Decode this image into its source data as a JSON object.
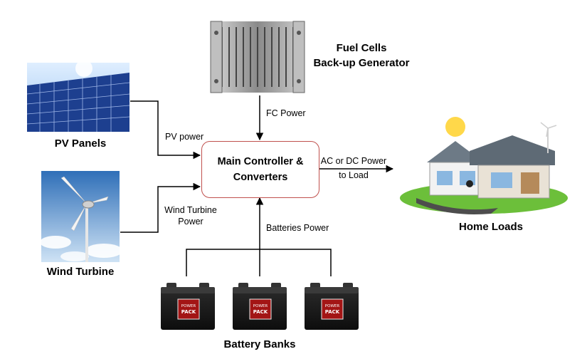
{
  "components": {
    "fuel_cell": {
      "line1": "Fuel Cells",
      "line2": "Back-up Generator"
    },
    "pv": "PV Panels",
    "wind": "Wind Turbine",
    "battery": "Battery Banks",
    "home": "Home Loads"
  },
  "controller": {
    "line1": "Main Controller &",
    "line2": "Converters"
  },
  "flows": {
    "fc_power": "FC Power",
    "pv_power": "PV power",
    "wind_power_1": "Wind Turbine",
    "wind_power_2": "Power",
    "battery_power": "Batteries Power",
    "load_1": "AC or DC Power",
    "load_2": "to Load"
  },
  "battery_brand": {
    "line1": "POWER",
    "line2": "PACK"
  },
  "colors": {
    "controller_border": "#c0504d",
    "line": "#000000",
    "battery_body": "#1a1a1a",
    "battery_label": "#a31515"
  }
}
